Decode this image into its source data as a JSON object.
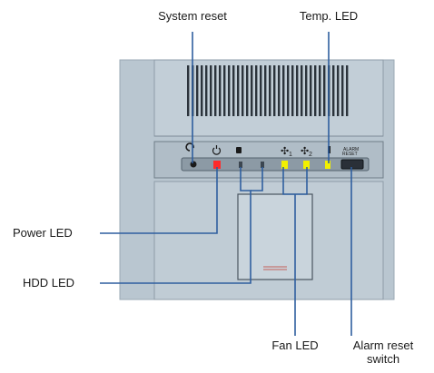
{
  "labels": {
    "system_reset": "System reset",
    "temp_led": "Temp. LED",
    "power_led": "Power LED",
    "hdd_led": "HDD LED",
    "fan_led": "Fan LED",
    "alarm_reset_line1": "Alarm reset",
    "alarm_reset_line2": "switch"
  },
  "panel": {
    "alarm_text_line1": "ALARM",
    "alarm_text_line2": "RESET",
    "fan1_subscript": "1",
    "fan2_subscript": "2",
    "icons": [
      "reset-icon",
      "power-icon",
      "hdd-icon",
      "fan1-icon",
      "fan2-icon",
      "thermometer-icon"
    ]
  },
  "colors": {
    "chassis": "#b8c5cf",
    "chassis_dark": "#a9b7c2",
    "led_red": "#ff2a2a",
    "led_yellow": "#f2f000",
    "callout": "#2f5f9f"
  }
}
